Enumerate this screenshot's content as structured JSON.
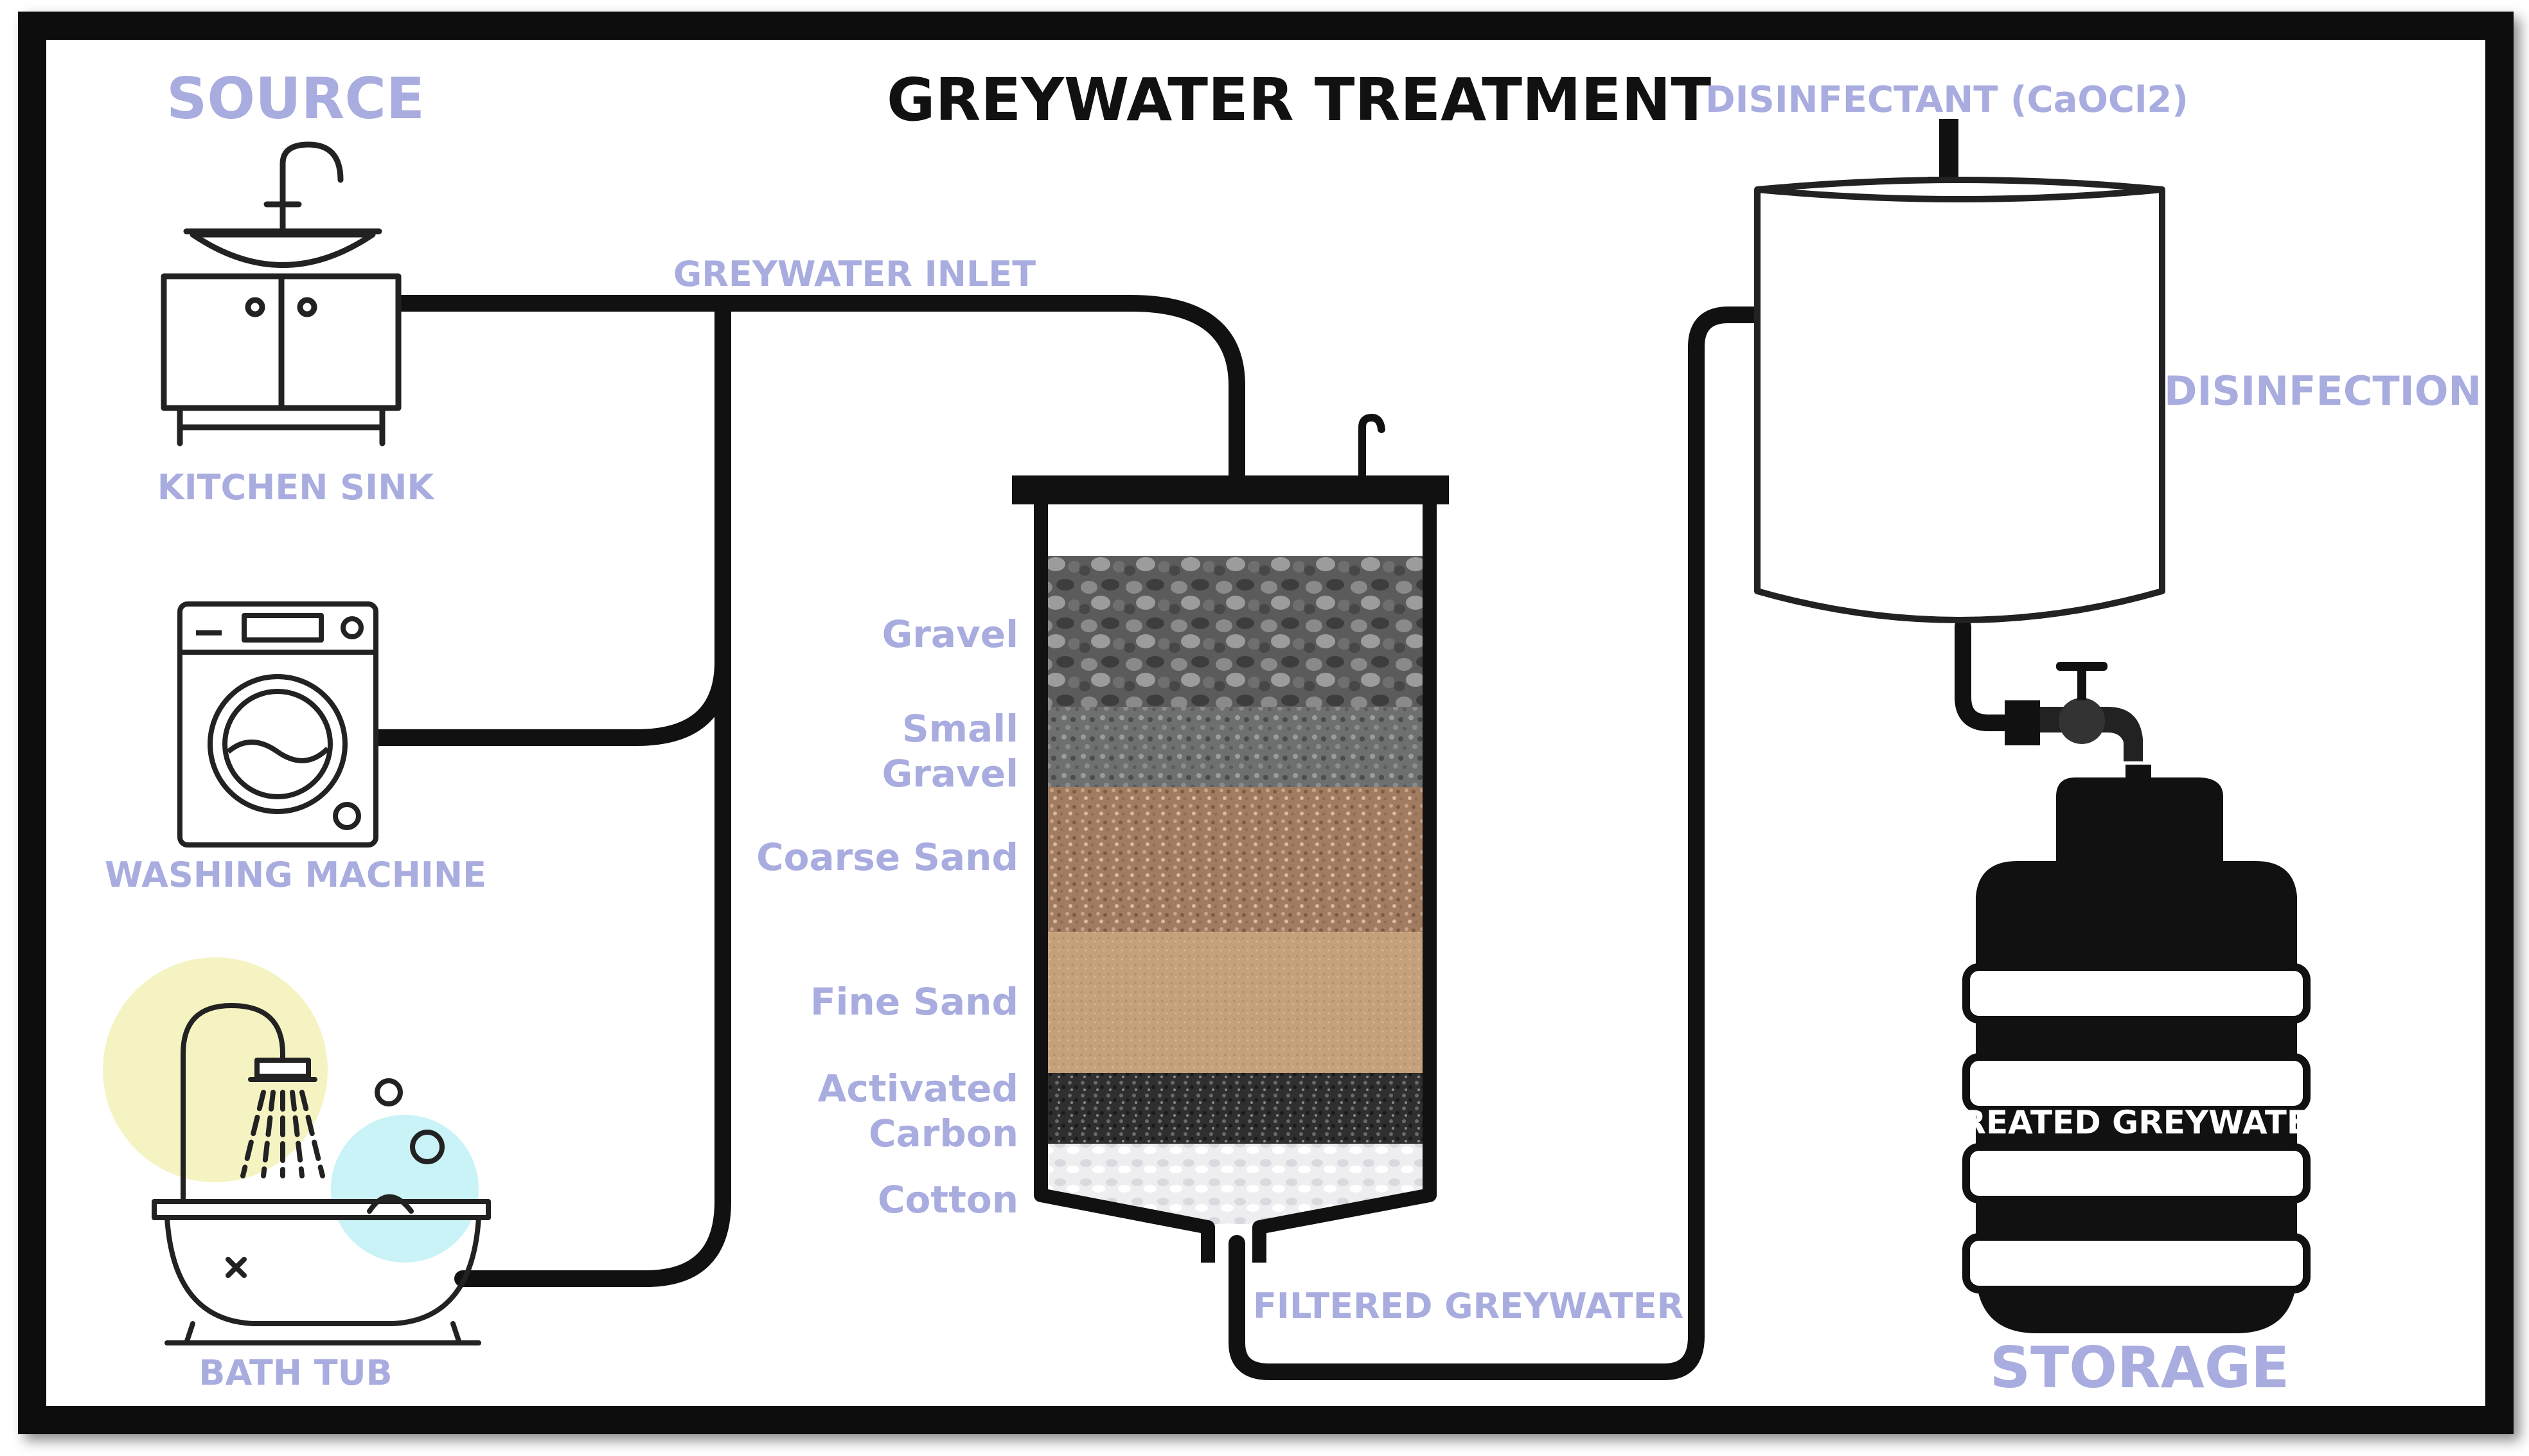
{
  "title": "GREYWATER TREATMENT",
  "source": {
    "heading": "SOURCE",
    "kitchen_sink": "KITCHEN SINK",
    "washing_machine": "WASHING MACHINE",
    "bath_tub": "BATH TUB"
  },
  "pipes": {
    "inlet": "GREYWATER INLET",
    "filtered": "FILTERED GREYWATER"
  },
  "filter_layers": [
    {
      "name": "Gravel",
      "color": "#5e5e5e"
    },
    {
      "name": "Small Gravel",
      "color": "#7a7c7c"
    },
    {
      "name": "Coarse Sand",
      "color": "#a57f63"
    },
    {
      "name": "Fine Sand",
      "color": "#c5a07a"
    },
    {
      "name": "Activated Carbon",
      "color": "#3a3a3a"
    },
    {
      "name": "Cotton",
      "color": "#eeeef0"
    }
  ],
  "disinfection": {
    "disinfectant": "DISINFECTANT (CaOCl2)",
    "label": "DISINFECTION"
  },
  "storage": {
    "heading": "STORAGE",
    "tank_text": "TREATED GREYWATER"
  },
  "colors": {
    "label": "#a8acdf",
    "line": "#111111",
    "yellow_blob": "#f5f3c2",
    "cyan_blob": "#c9f3f7"
  }
}
